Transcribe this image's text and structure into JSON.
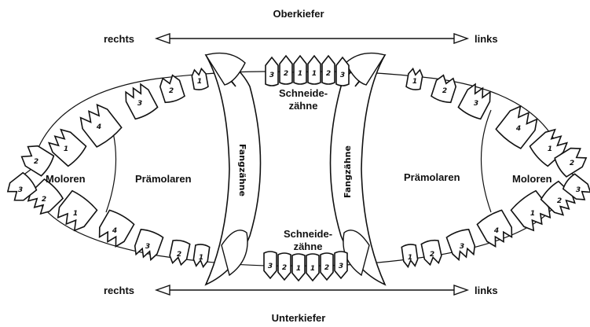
{
  "title_top": "Oberkiefer",
  "title_bottom": "Unterkiefer",
  "direction": {
    "right": "rechts",
    "left": "links"
  },
  "regions": {
    "molars": "Moloren",
    "premolars": "Prämolaren",
    "incisors_line1": "Schneide-",
    "incisors_line2": "zähne",
    "canine": "Fangzähne"
  },
  "tooth_numbers": {
    "upper_right": [
      "1",
      "2",
      "3",
      "4",
      "1",
      "2"
    ],
    "upper_left": [
      "1",
      "2",
      "3",
      "4",
      "1",
      "2"
    ],
    "upper_incisors": [
      "3",
      "2",
      "1",
      "1",
      "2",
      "3"
    ],
    "lower_right": [
      "1",
      "2",
      "3",
      "4",
      "1",
      "2",
      "3"
    ],
    "lower_left": [
      "1",
      "2",
      "3",
      "4",
      "1",
      "2",
      "3"
    ],
    "lower_incisors": [
      "3",
      "2",
      "1",
      "1",
      "2",
      "3"
    ]
  },
  "colors": {
    "ink": "#111111",
    "paper": "#ffffff",
    "tooth_fill": "#ffffff"
  }
}
